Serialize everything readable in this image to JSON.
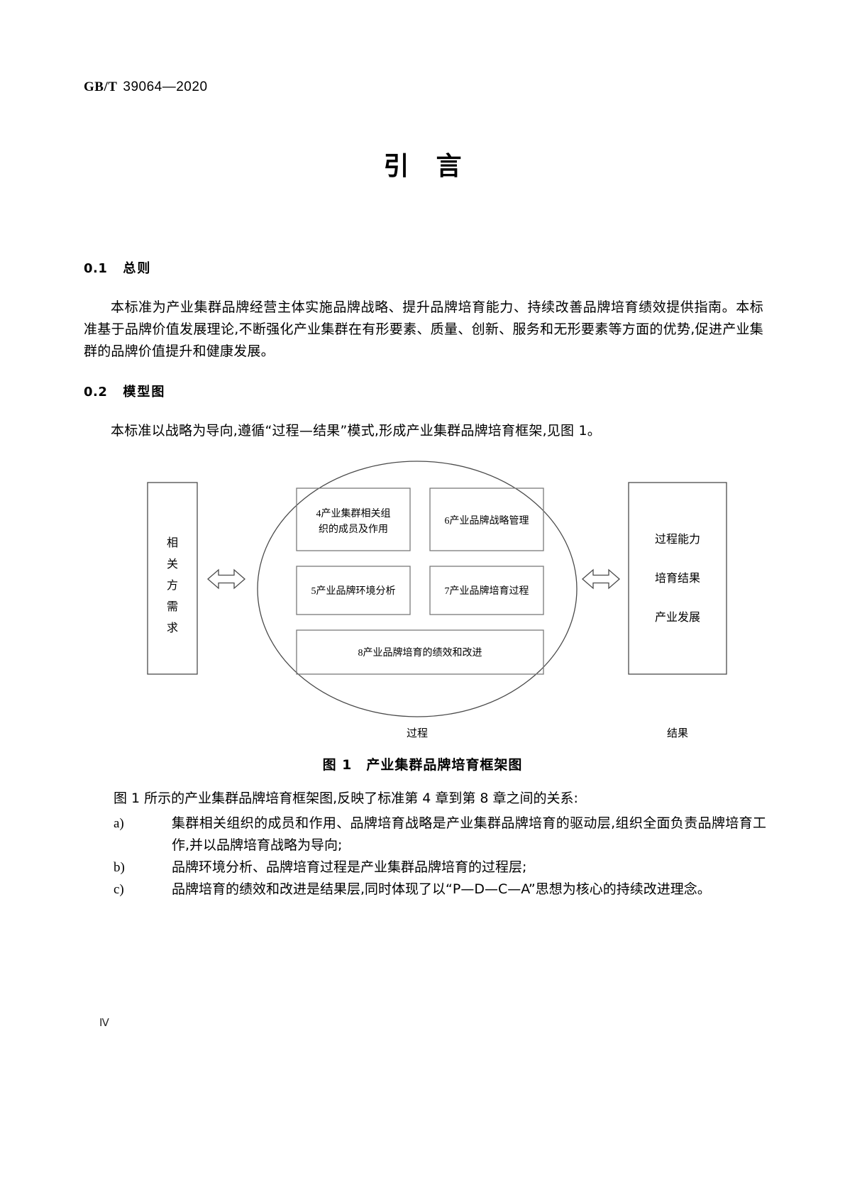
{
  "header": {
    "standard_code": "GB/T",
    "standard_number": "39064—2020"
  },
  "title": "引言",
  "page_number": "Ⅳ",
  "sections": [
    {
      "number": "0.1",
      "heading": "总则",
      "paragraph": "本标准为产业集群品牌经营主体实施品牌战略、提升品牌培育能力、持续改善品牌培育绩效提供指南。本标准基于品牌价值发展理论,不断强化产业集群在有形要素、质量、创新、服务和无形要素等方面的优势,促进产业集群的品牌价值提升和健康发展。"
    },
    {
      "number": "0.2",
      "heading": "模型图",
      "paragraph": "本标准以战略为导向,遵循“过程—结果”模式,形成产业集群品牌培育框架,见图 1。"
    }
  ],
  "figure": {
    "caption_number": "图 1",
    "caption_text": "产业集群品牌培育框架图",
    "left_box_label": "相关方需求",
    "inner_boxes": [
      "4产业集群相关组织的成员及作用",
      "6产业品牌战略管理",
      "5产业品牌环境分析",
      "7产业品牌培育过程",
      "8产业品牌培育的绩效和改进"
    ],
    "inner_box_lines": {
      "box4": [
        "4产业集群相关组",
        "织的成员及作用"
      ],
      "box6": [
        "6产业品牌战略管理"
      ],
      "box5": [
        "5产业品牌环境分析"
      ],
      "box7": [
        "7产业品牌培育过程"
      ],
      "box8": [
        "8产业品牌培育的绩效和改进"
      ]
    },
    "right_box_lines": [
      "过程能力",
      "培育结果",
      "产业发展"
    ],
    "bottom_label_left": "过程",
    "bottom_label_right": "结果"
  },
  "explanation": {
    "lead_in": "图 1 所示的产业集群品牌培育框架图,反映了标准第 4 章到第 8 章之间的关系:",
    "items": [
      {
        "marker": "a)",
        "text": "集群相关组织的成员和作用、品牌培育战略是产业集群品牌培育的驱动层,组织全面负责品牌培育工作,并以品牌培育战略为导向;"
      },
      {
        "marker": "b)",
        "text": "品牌环境分析、品牌培育过程是产业集群品牌培育的过程层;"
      },
      {
        "marker": "c)",
        "text": "品牌培育的绩效和改进是结果层,同时体现了以“P—D—C—A”思想为核心的持续改进理念。"
      }
    ]
  },
  "colors": {
    "text": "#000000",
    "line": "#4a4a4a",
    "page_background": "#ffffff"
  }
}
